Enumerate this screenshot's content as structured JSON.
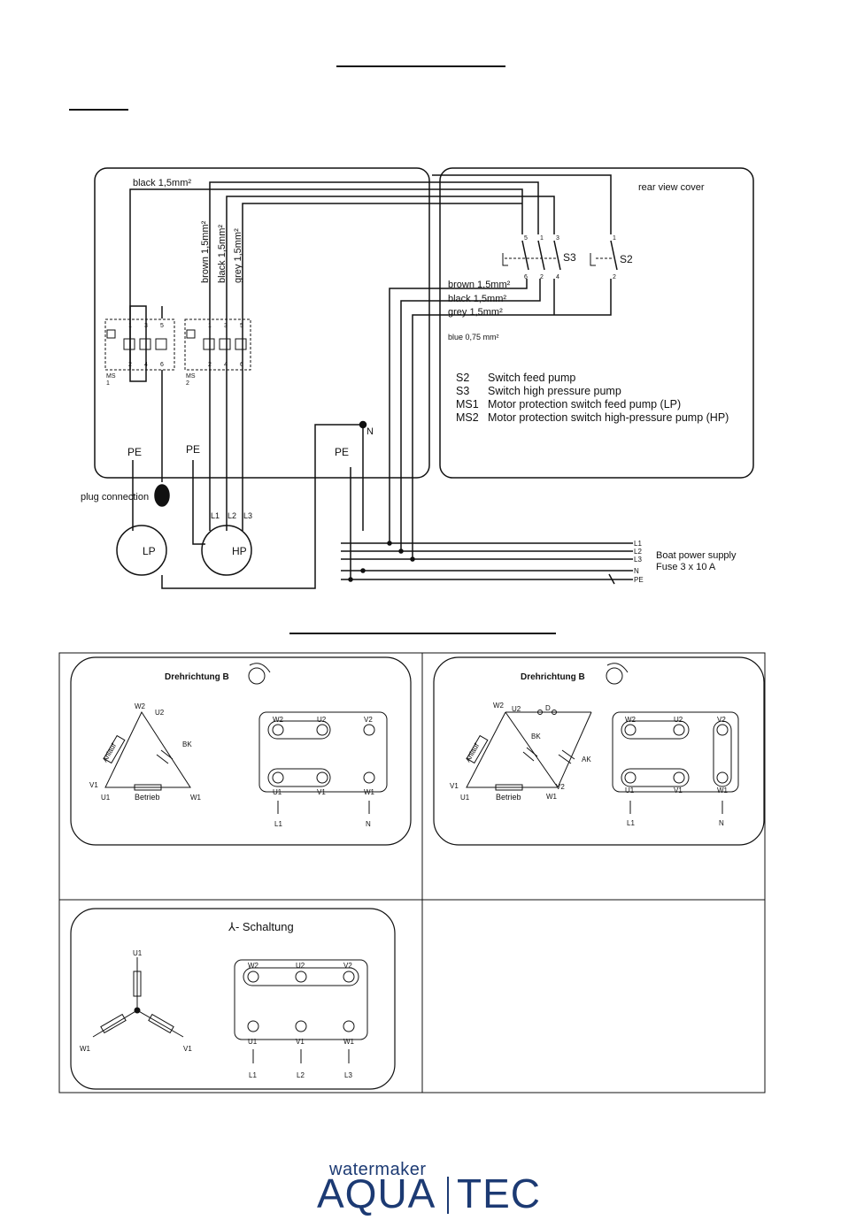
{
  "wiring": {
    "wire_top": "black 1,5mm²",
    "wire_v1": "brown 1,5mm²",
    "wire_v2": "black 1,5mm²",
    "wire_v3": "grey 1,5mm²",
    "rear_cover": "rear view cover",
    "s3_label": "S3",
    "s2_label": "S2",
    "h_brown": "brown 1,5mm²",
    "h_black": "black 1,5mm²",
    "h_grey": "grey 1,5mm²",
    "blue": "blue 0,75 mm²",
    "ms1": "MS\n1",
    "ms2": "MS\n2",
    "n_label": "N",
    "pe1": "PE",
    "pe2": "PE",
    "pe3": "PE",
    "plug": "plug connection",
    "lp": "LP",
    "hp": "HP",
    "l1": "L1",
    "l2": "L2",
    "l3": "L3",
    "boat_supply": "Boat power supply",
    "fuse": "Fuse 3 x 10 A",
    "bus_labels": [
      "L1",
      "L2",
      "L3",
      "N",
      "PE"
    ],
    "terminal_top": [
      "1",
      "3",
      "5"
    ],
    "terminal_bot": [
      "2",
      "4",
      "6"
    ],
    "switch_top": [
      "5",
      "1",
      "3"
    ],
    "switch_bot": [
      "6",
      "2",
      "4"
    ],
    "s2_top": "1",
    "s2_bot": "2"
  },
  "legend": [
    {
      "key": "S2",
      "text": "Switch feed pump"
    },
    {
      "key": "S3",
      "text": "Switch high pressure pump"
    },
    {
      "key": "MS1",
      "text": "Motor protection switch feed pump (LP)"
    },
    {
      "key": "MS2",
      "text": "Motor protection switch high-pressure pump (HP)"
    }
  ],
  "panels": {
    "drehrichtung": "Drehrichtung B",
    "schaltung": "⅄- Schaltung",
    "anlauf": "Anlauf",
    "betrieb": "Betrieb",
    "bk": "BK",
    "ak": "AK",
    "d": "D",
    "w2": "W2",
    "u2": "U2",
    "v2": "V2",
    "u1": "U1",
    "v1": "V1",
    "w1": "W1",
    "l1": "L1",
    "l2": "L2",
    "l3": "L3",
    "n": "N"
  },
  "logo": {
    "small": "watermaker",
    "aqua": "AQUA",
    "tec": "TEC"
  },
  "colors": {
    "brand": "#1c3a73",
    "line": "#111111"
  }
}
